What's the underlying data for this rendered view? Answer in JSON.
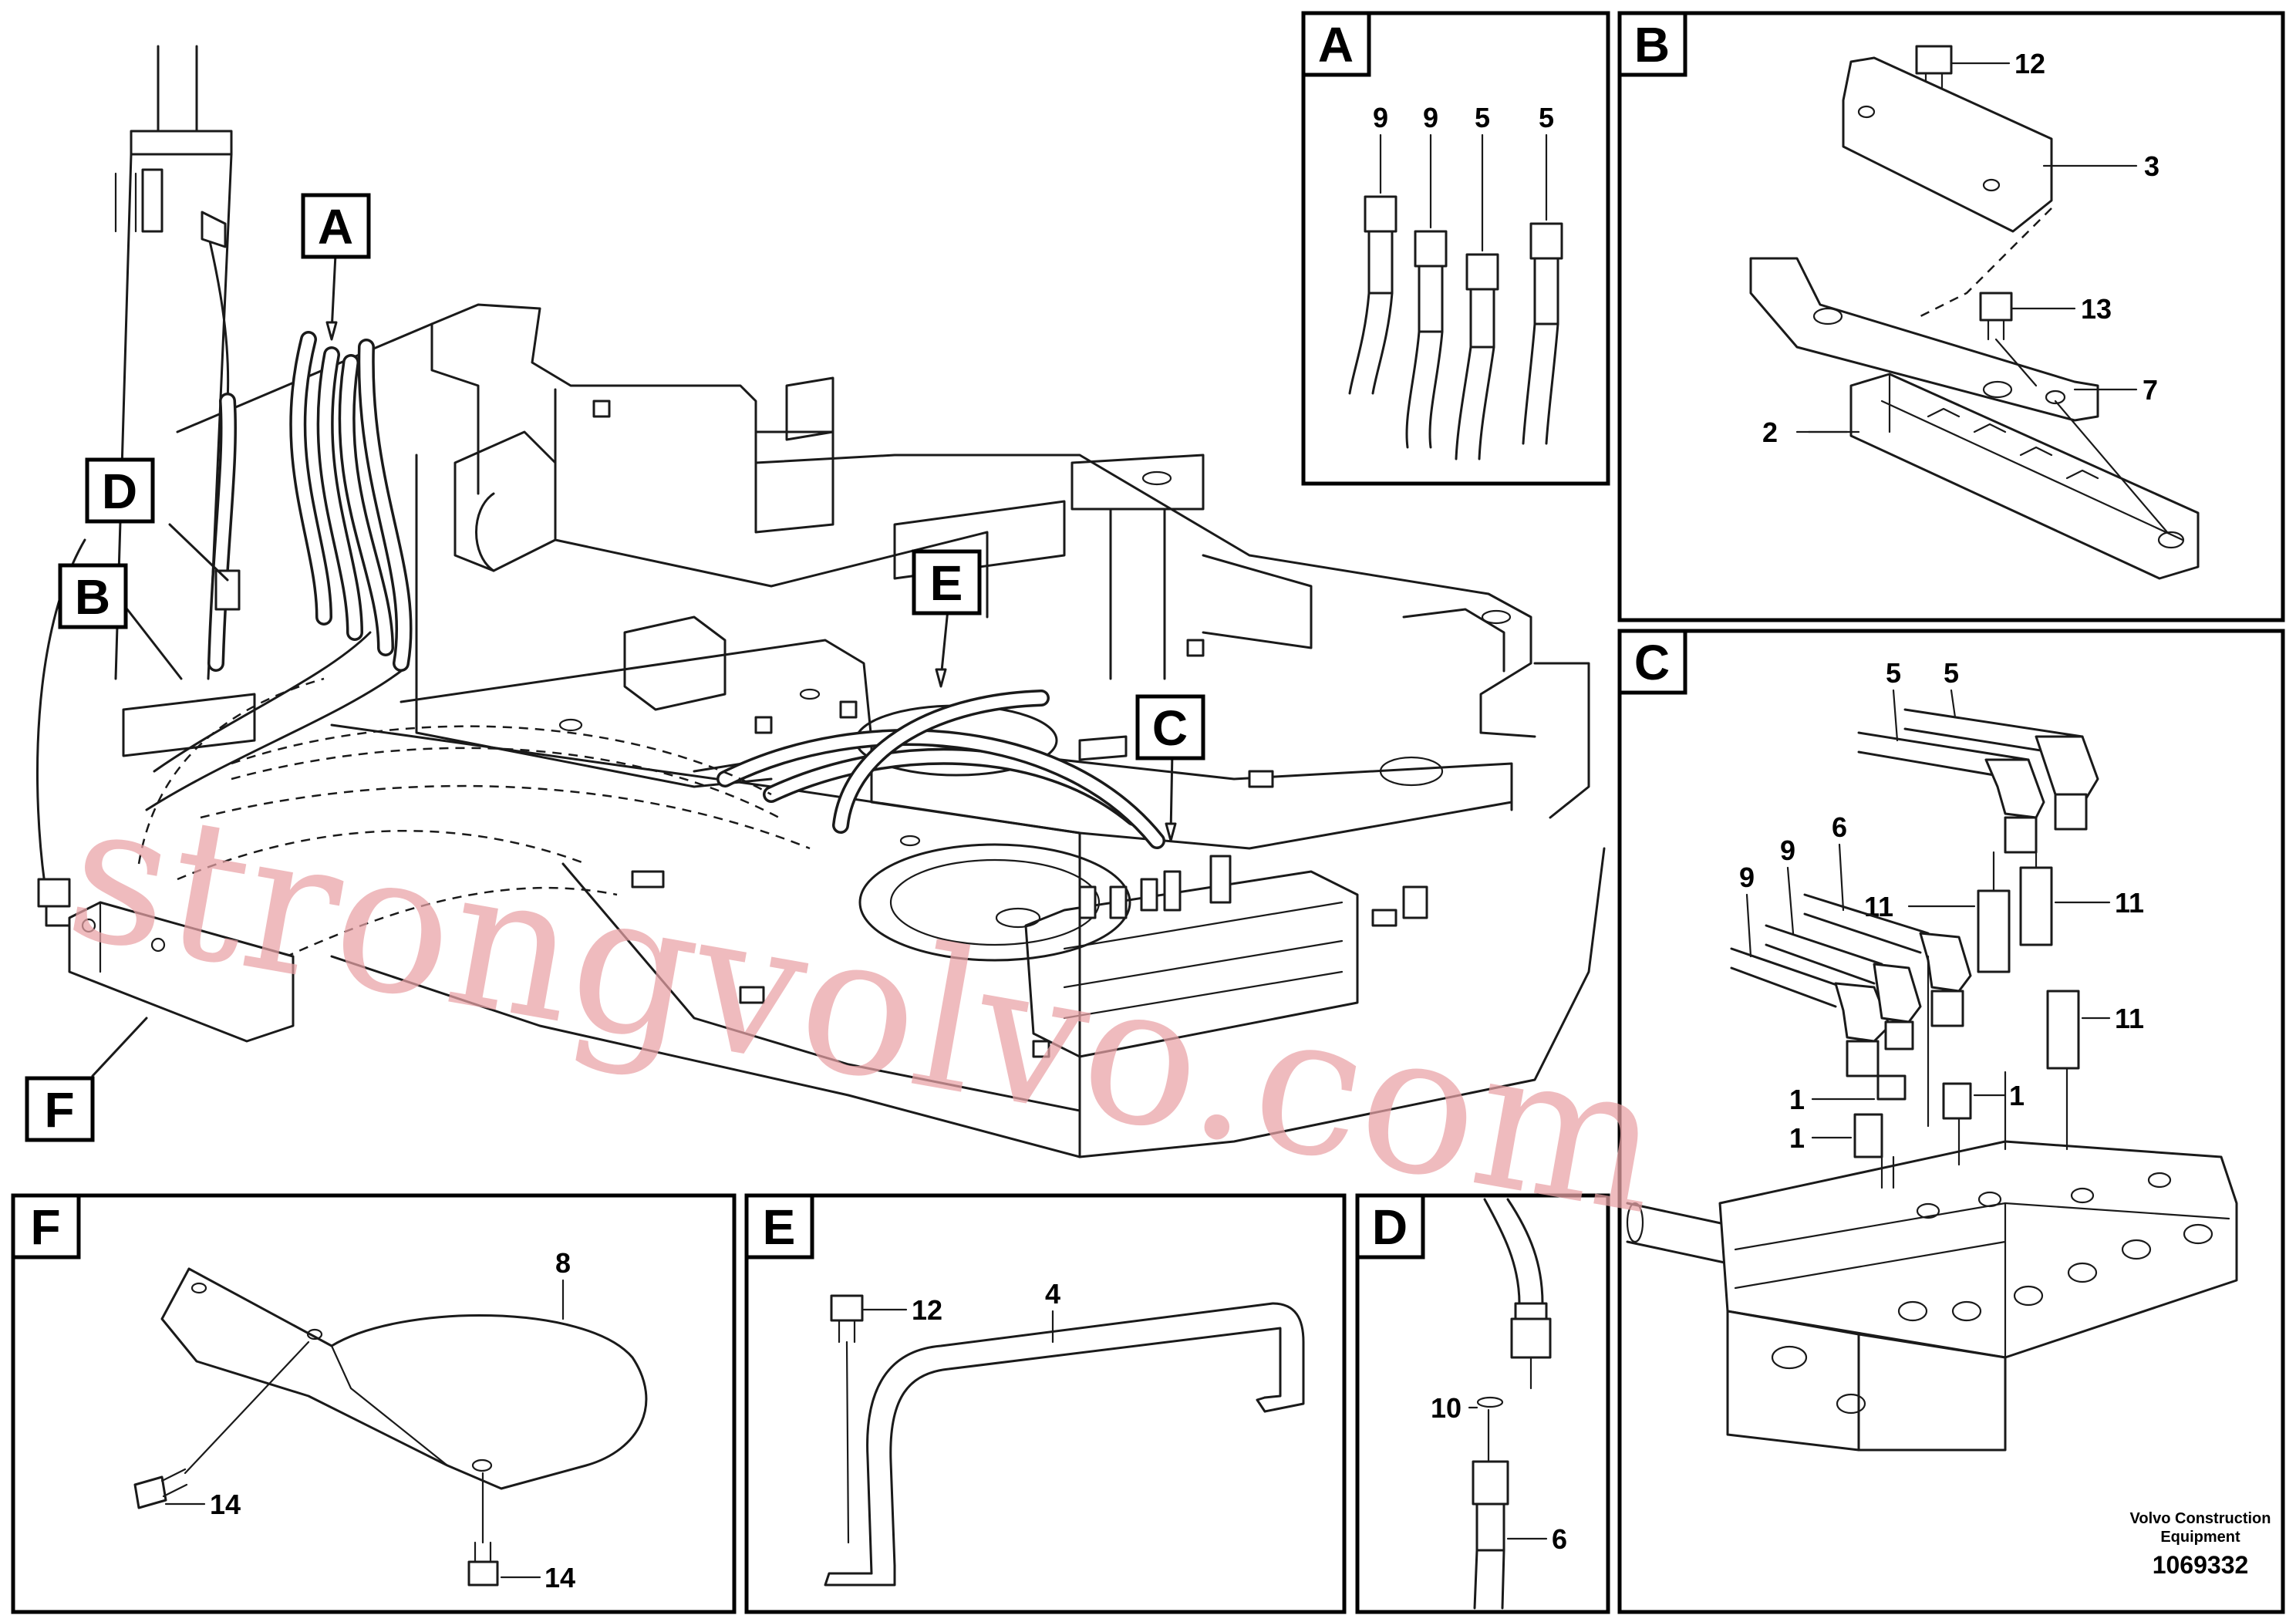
{
  "views": {
    "main_callouts": [
      "A",
      "D",
      "B",
      "E",
      "C",
      "F"
    ],
    "panel_a": {
      "tag": "A",
      "labels": [
        "9",
        "9",
        "5",
        "5"
      ]
    },
    "panel_b": {
      "tag": "B",
      "labels": [
        "12",
        "3",
        "13",
        "7",
        "2"
      ]
    },
    "panel_c": {
      "tag": "C",
      "labels": [
        "5",
        "5",
        "9",
        "6",
        "9",
        "11",
        "11",
        "11",
        "1",
        "1",
        "1"
      ]
    },
    "panel_f": {
      "tag": "F",
      "labels": [
        "8",
        "14",
        "14"
      ]
    },
    "panel_e": {
      "tag": "E",
      "labels": [
        "12",
        "4"
      ]
    },
    "panel_d": {
      "tag": "D",
      "labels": [
        "10",
        "6"
      ]
    }
  },
  "footer": {
    "brand_line1": "Volvo Construction",
    "brand_line2": "Equipment",
    "part_id": "1069332"
  },
  "watermark": "strongvolvo.com",
  "colors": {
    "line": "#1a1a1a",
    "watermark": "#e9a2a6",
    "background": "#ffffff"
  }
}
